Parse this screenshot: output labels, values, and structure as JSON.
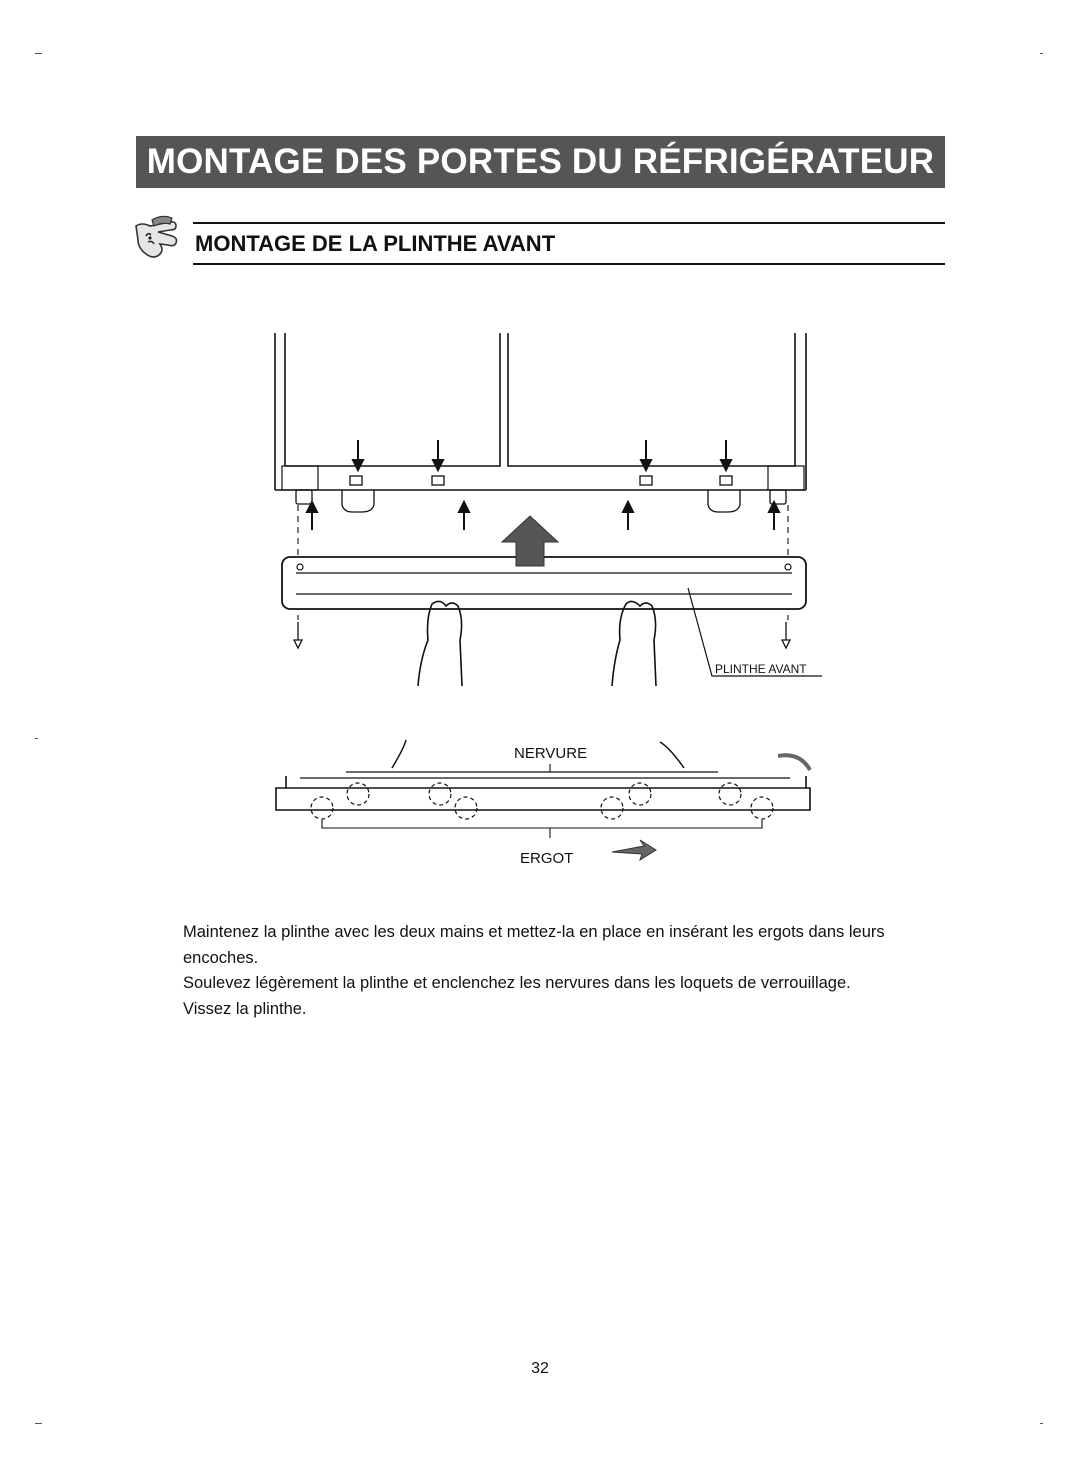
{
  "page": {
    "main_title": "MONTAGE DES PORTES DU RÉFRIGÉRATEUR",
    "section_title": "MONTAGE DE LA PLINTHE AVANT",
    "page_number": "32"
  },
  "figure": {
    "label_plinthe": "PLINTHE AVANT",
    "label_nervure": "NERVURE",
    "label_ergot": "ERGOT"
  },
  "instructions": [
    "Maintenez la plinthe avec les deux mains et mettez-la en place en insérant les ergots dans leurs encoches.",
    "Soulevez légèrement la plinthe et enclenchez les nervures dans les loquets de verrouillage.",
    "Vissez la plinthe."
  ],
  "icons": {
    "section_icon": "pointing-hand-icon"
  },
  "colors": {
    "title_bar": "#555555",
    "text": "#111111"
  }
}
